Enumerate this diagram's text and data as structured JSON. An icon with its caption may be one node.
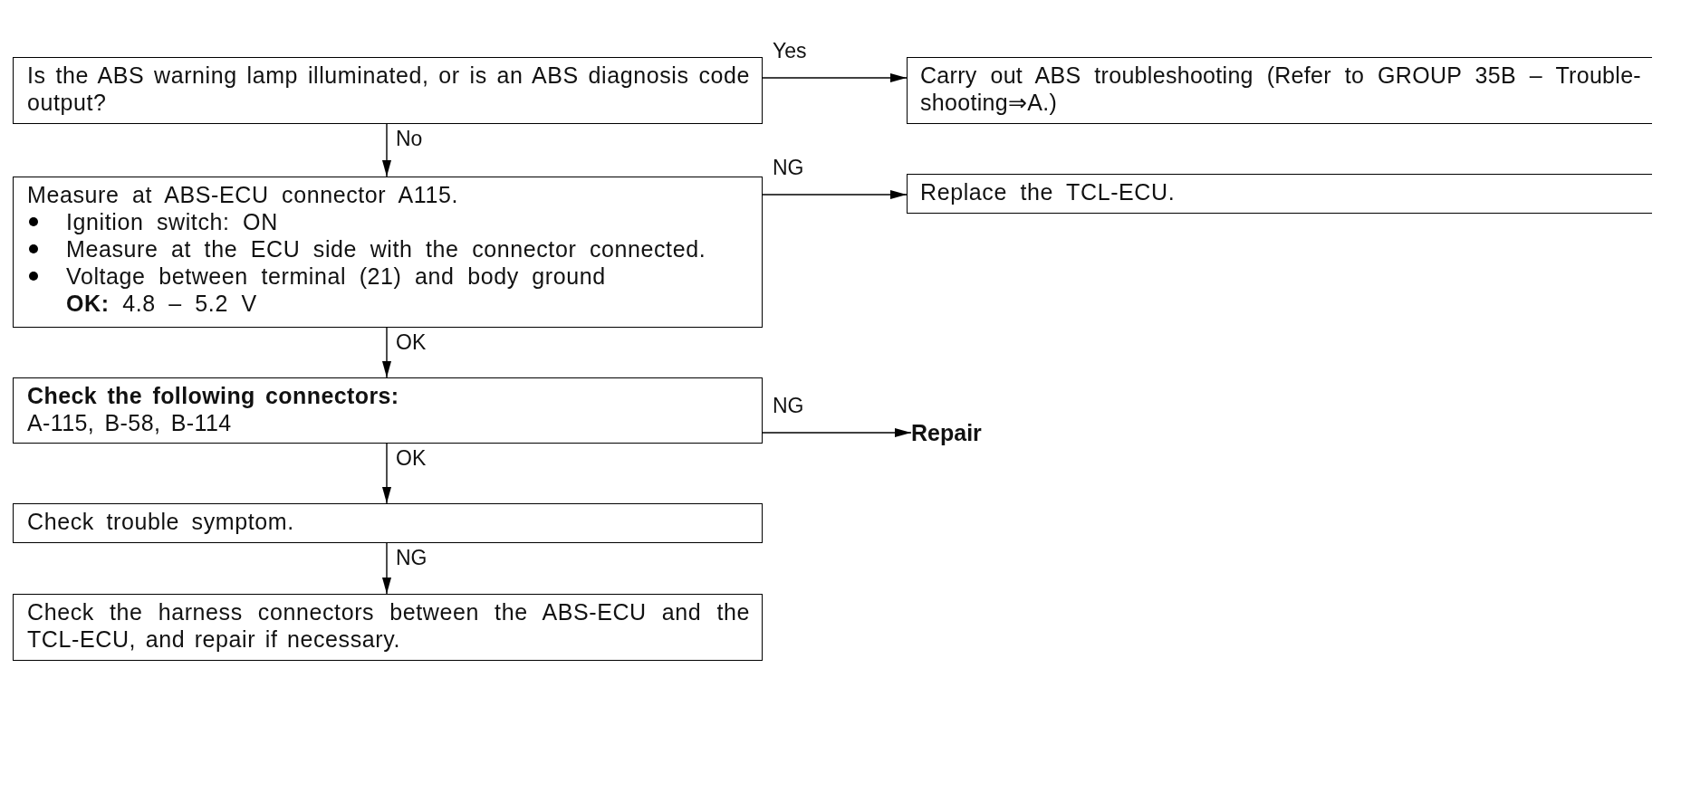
{
  "diagram": {
    "nodes": [
      {
        "text": [
          "Is the ABS warning lamp illuminated, or is an ABS diagnosis code output?"
        ]
      },
      {
        "text": [
          "Carry out ABS troubleshooting (Refer to GROUP 35B – Trouble-shooting⇒A.)"
        ]
      },
      {
        "text": [
          "Measure at ABS-ECU connector A115.",
          "Ignition switch: ON",
          "Measure at the ECU side with the connector connected.",
          "Voltage between terminal (21) and body ground",
          "**OK:** 4.8 – 5.2 V"
        ]
      },
      {
        "text": [
          "Replace the TCL-ECU."
        ]
      },
      {
        "text": [
          "Check the following connectors:",
          "A-115, B-58, B-114"
        ]
      },
      {
        "text": [
          "Repair"
        ]
      },
      {
        "text": [
          "Check trouble symptom."
        ]
      },
      {
        "text": [
          "Check the harness connectors between the ABS-ECU and the TCL-ECU, and repair if necessary."
        ]
      }
    ],
    "edges": [
      {
        "from": 0,
        "to": 1,
        "arrow": "to",
        "label": "Yes"
      },
      {
        "from": 0,
        "to": 2,
        "arrow": "to",
        "label": "No"
      },
      {
        "from": 2,
        "to": 3,
        "arrow": "to",
        "label": "NG"
      },
      {
        "from": 2,
        "to": 4,
        "arrow": "to",
        "label": "OK"
      },
      {
        "from": 4,
        "to": 5,
        "arrow": "to",
        "label": "NG"
      },
      {
        "from": 4,
        "to": 6,
        "arrow": "to",
        "label": "OK"
      },
      {
        "from": 6,
        "to": 7,
        "arrow": "to",
        "label": "NG"
      }
    ]
  }
}
